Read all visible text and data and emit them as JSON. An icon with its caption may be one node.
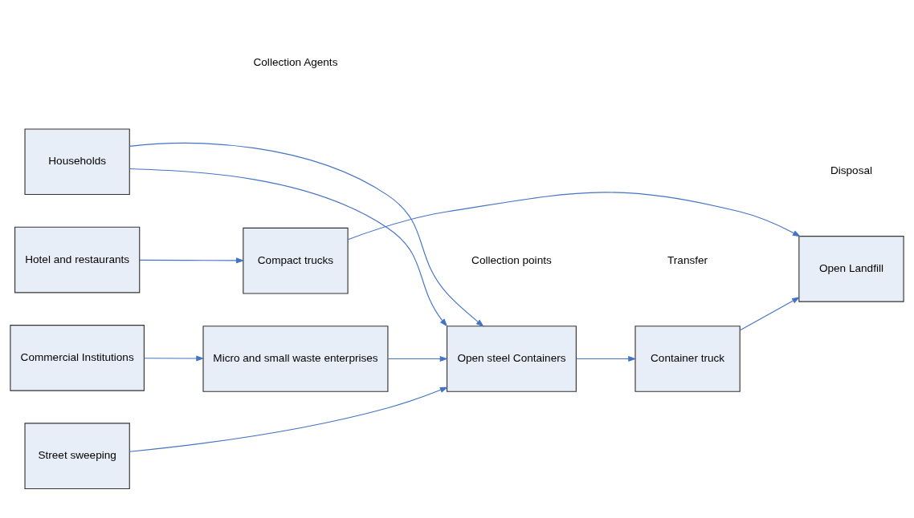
{
  "diagram": {
    "nodes": [
      {
        "text": [
          "Households"
        ]
      },
      {
        "text": [
          "Hotel and restaurants"
        ]
      },
      {
        "text": [
          "Commercial Institutions"
        ]
      },
      {
        "text": [
          "Street sweeping"
        ]
      },
      {
        "text": [
          "Compact trucks"
        ]
      },
      {
        "text": [
          "Micro and small waste enterprises"
        ]
      },
      {
        "text": [
          "Open steel Containers"
        ]
      },
      {
        "text": [
          "Container truck"
        ]
      },
      {
        "text": [
          "Open Landfill"
        ]
      }
    ],
    "edges": [
      {
        "from": 0,
        "to": 6,
        "arrow": "to"
      },
      {
        "from": 0,
        "to": 6,
        "arrow": "to"
      },
      {
        "from": 1,
        "to": 4,
        "arrow": "to"
      },
      {
        "from": 2,
        "to": 5,
        "arrow": "to"
      },
      {
        "from": 3,
        "to": 6,
        "arrow": "to"
      },
      {
        "from": 4,
        "to": 8,
        "arrow": "to"
      },
      {
        "from": 5,
        "to": 6,
        "arrow": "to"
      },
      {
        "from": 6,
        "to": 7,
        "arrow": "to"
      },
      {
        "from": 7,
        "to": 8,
        "arrow": "to"
      }
    ],
    "labels": [
      "Collection Agents",
      "Collection points",
      "Transfer",
      "Disposal"
    ]
  }
}
